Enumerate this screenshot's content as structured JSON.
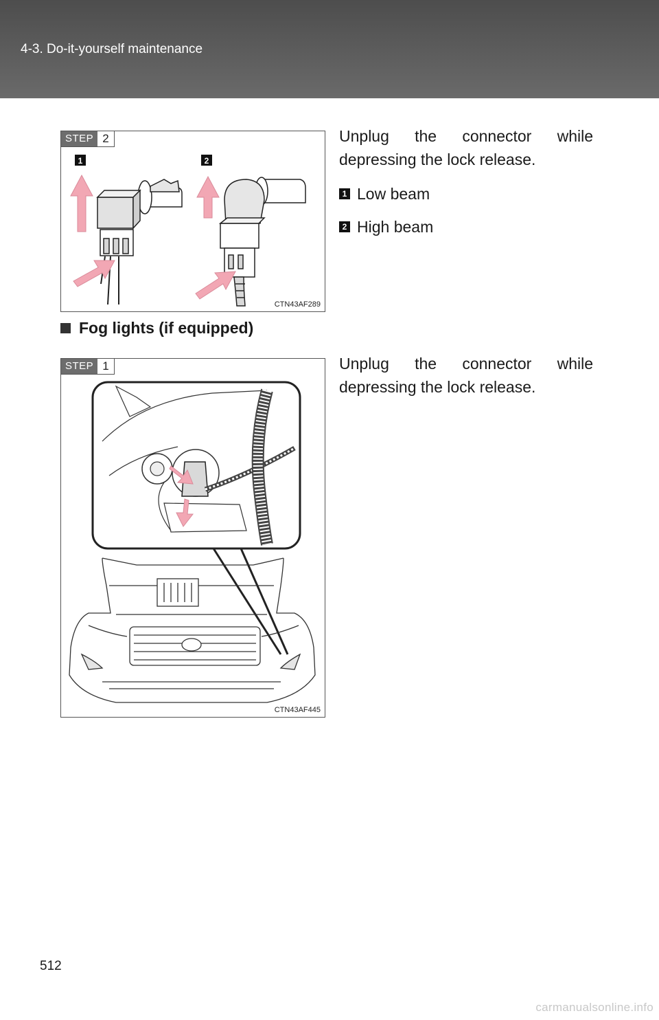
{
  "header": {
    "section_title": "4-3. Do-it-yourself maintenance"
  },
  "step2": {
    "badge_word": "STEP",
    "badge_number": "2",
    "figure_code": "CTN43AF289",
    "text_line1": "Unplug the connector while",
    "text_line2": "depressing the lock release.",
    "callout_1": "1",
    "callout_2": "2",
    "legend": [
      {
        "number": "1",
        "label": "Low beam"
      },
      {
        "number": "2",
        "label": "High beam"
      }
    ]
  },
  "fog_section": {
    "heading": "Fog lights (if equipped)"
  },
  "step1": {
    "badge_word": "STEP",
    "badge_number": "1",
    "figure_code": "CTN43AF445",
    "text_line1": "Unplug the connector while",
    "text_line2": "depressing the lock release."
  },
  "page_number": "512",
  "watermark": "carmanualsonline.info",
  "colors": {
    "header": "#5a5a5a",
    "arrow": "#f2a7b4",
    "step_badge": "#6d6d6d"
  }
}
